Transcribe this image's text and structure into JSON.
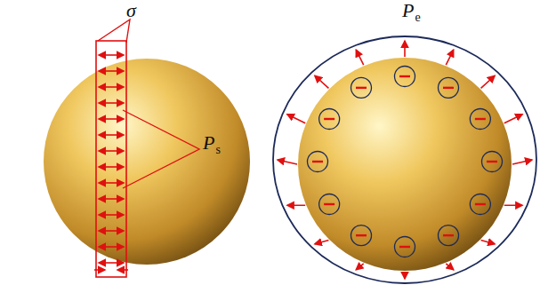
{
  "diagram": {
    "labels": [
      "σ",
      "P",
      "s",
      "P",
      "e"
    ]
  }
}
